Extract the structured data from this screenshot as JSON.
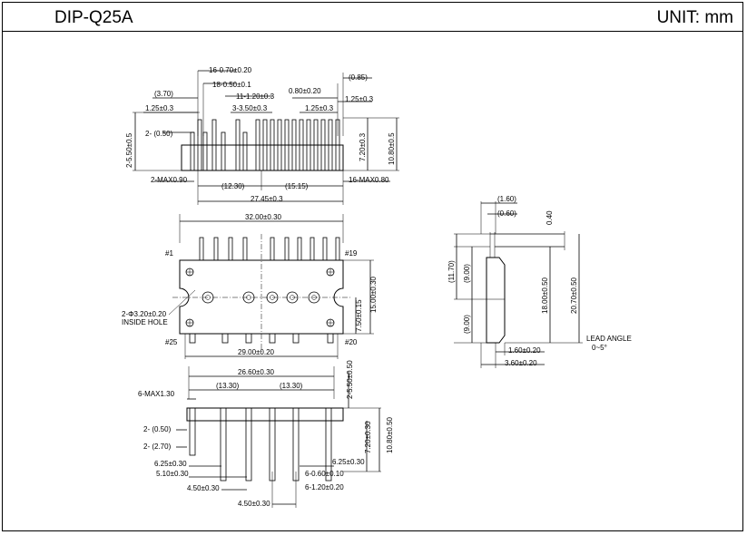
{
  "header": {
    "package_name": "DIP-Q25A",
    "unit": "UNIT: mm"
  },
  "top_view": {
    "labels": [
      "16-0.70±0.20",
      "18-0.50±0.1",
      "(0.85)",
      "(3.70)",
      "11-1.20±0.3",
      "0.80±0.20",
      "1.25±0.3",
      "1.25±0.3",
      "3-3.50±0.3",
      "1.25±0.3",
      "2-5.50±0.5",
      "2- (0.50)",
      "7.20±0.3",
      "10.80±0.5",
      "2-MAX0.90",
      "(12.30)",
      "(15.15)",
      "16-MAX0.80",
      "27.45±0.3"
    ]
  },
  "plan_view": {
    "labels": [
      "32.00±0.30",
      "#1",
      "#19",
      "2-Φ3.20±0.20",
      "INSIDE HOLE",
      "15.00±0.30",
      "7.50±0.15",
      "#25",
      "#20",
      "29.00±0.20"
    ]
  },
  "bottom_view": {
    "labels": [
      "26.60±0.30",
      "6-MAX1.30",
      "(13.30)",
      "(13.30)",
      "2-5.50±0.50",
      "2- (0.50)",
      "2- (2.70)",
      "7.20±0.30",
      "10.80±0.50",
      "6.25±0.30",
      "6.25±0.30",
      "5.10±0.30",
      "6-0.60±0.10",
      "4.50±0.30",
      "6-1.20±0.20",
      "4.50±0.30"
    ]
  },
  "side_view": {
    "labels": [
      "(1.60)",
      "(0.60)",
      "(11.70)",
      "(9.00)",
      "(9.00)",
      "18.00±0.50",
      "20.70±0.50",
      "LEAD ANGLE",
      "0~5°",
      "1.60±0.20",
      "3.60±0.20"
    ],
    "rotated_label": "0.40"
  }
}
